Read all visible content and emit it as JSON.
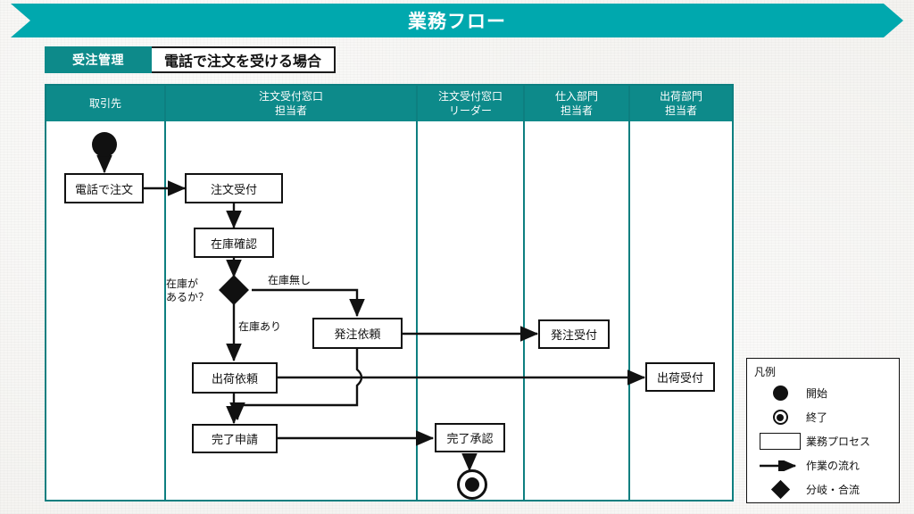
{
  "page": {
    "title": "業務フロー",
    "accent_teal": "#00a8ae",
    "header_teal": "#0d8a8a",
    "line_color": "#111111",
    "background": "#f3f2ef"
  },
  "subheader": {
    "category": "受注管理",
    "case_title": "電話で注文を受ける場合"
  },
  "lanes": [
    {
      "line1": "取引先",
      "line2": ""
    },
    {
      "line1": "注文受付窓口",
      "line2": "担当者"
    },
    {
      "line1": "注文受付窓口",
      "line2": "リーダー"
    },
    {
      "line1": "仕入部門",
      "line2": "担当者"
    },
    {
      "line1": "出荷部門",
      "line2": "担当者"
    }
  ],
  "nodes": {
    "phone_order": "電話で注文",
    "order_reception": "注文受付",
    "stock_check": "在庫確認",
    "purchase_request": "発注依頼",
    "purchase_reception": "発注受付",
    "ship_request": "出荷依頼",
    "ship_reception": "出荷受付",
    "completion_request": "完了申請",
    "completion_approval": "完了承認"
  },
  "edge_labels": {
    "decision": "在庫が\nあるか？",
    "no_stock": "在庫無し",
    "has_stock": "在庫あり"
  },
  "legend": {
    "title": "凡例",
    "items": [
      {
        "symbol": "start-dot",
        "label": "開始"
      },
      {
        "symbol": "end-dot",
        "label": "終了"
      },
      {
        "symbol": "process-box",
        "label": "業務プロセス"
      },
      {
        "symbol": "arrow",
        "label": "作業の流れ"
      },
      {
        "symbol": "diamond",
        "label": "分岐・合流"
      }
    ]
  }
}
